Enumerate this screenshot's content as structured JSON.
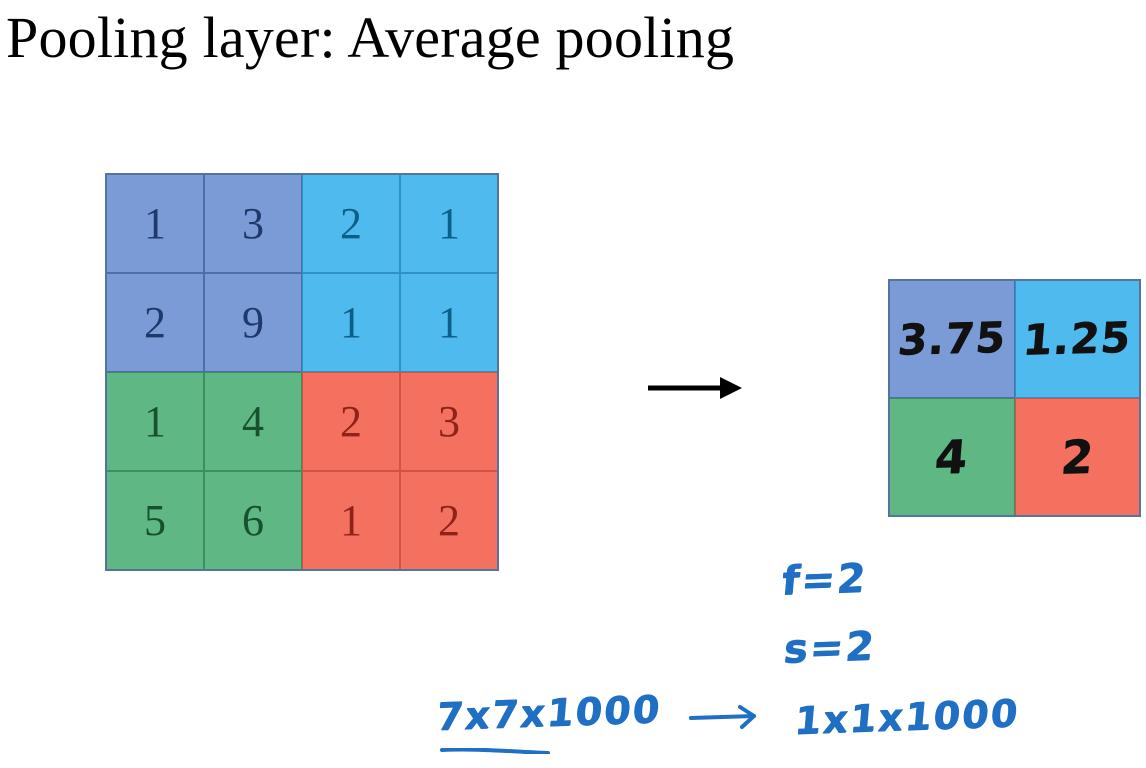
{
  "slide": {
    "title": "Pooling layer: Average pooling",
    "background_color": "#ffffff"
  },
  "colors": {
    "quadrant_top_left": "#7b9bd7",
    "quadrant_top_right": "#4fbaee",
    "quadrant_bottom_left": "#5fb783",
    "quadrant_bottom_right": "#f4705f",
    "grid_border": "#54749f",
    "black_ink": "#111111",
    "blue_ink": "#1f6fc4",
    "title_color": "#000000"
  },
  "input_grid": {
    "label": "input-feature-map-4x4",
    "rows": 4,
    "cols": 4,
    "cells": [
      [
        {
          "value": "1",
          "quadrant": "q-tl"
        },
        {
          "value": "3",
          "quadrant": "q-tl"
        },
        {
          "value": "2",
          "quadrant": "q-tr"
        },
        {
          "value": "1",
          "quadrant": "q-tr"
        }
      ],
      [
        {
          "value": "2",
          "quadrant": "q-tl"
        },
        {
          "value": "9",
          "quadrant": "q-tl"
        },
        {
          "value": "1",
          "quadrant": "q-tr"
        },
        {
          "value": "1",
          "quadrant": "q-tr"
        }
      ],
      [
        {
          "value": "1",
          "quadrant": "q-bl"
        },
        {
          "value": "4",
          "quadrant": "q-bl"
        },
        {
          "value": "2",
          "quadrant": "q-br"
        },
        {
          "value": "3",
          "quadrant": "q-br"
        }
      ],
      [
        {
          "value": "5",
          "quadrant": "q-bl"
        },
        {
          "value": "6",
          "quadrant": "q-bl"
        },
        {
          "value": "1",
          "quadrant": "q-br"
        },
        {
          "value": "2",
          "quadrant": "q-br"
        }
      ]
    ]
  },
  "output_grid": {
    "label": "output-feature-map-2x2",
    "rows": 2,
    "cols": 2,
    "cells": [
      [
        {
          "value": "3.75",
          "quadrant": "q-tl"
        },
        {
          "value": "1.25",
          "quadrant": "q-tr"
        }
      ],
      [
        {
          "value": "4",
          "quadrant": "q-bl"
        },
        {
          "value": "2",
          "quadrant": "q-br"
        }
      ]
    ]
  },
  "annotations": {
    "filter_size": "f=2",
    "stride": "s=2",
    "dims_input": "7x7x1000",
    "dims_output": "1x1x1000",
    "flow_arrow": "arrow-right-icon",
    "blue_arrow": "arrow-right-icon"
  }
}
